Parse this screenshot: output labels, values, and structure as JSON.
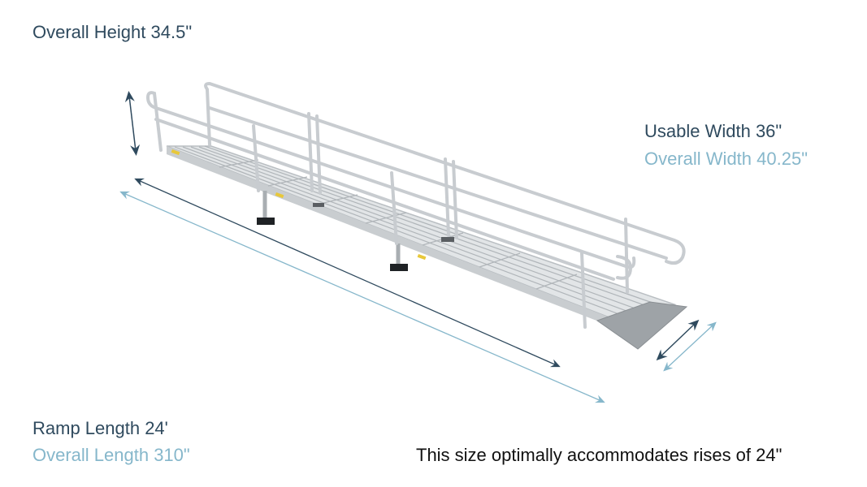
{
  "dimensions": {
    "overall_height": "Overall Height 34.5\"",
    "usable_width": "Usable Width 36\"",
    "overall_width": "Overall Width 40.25\"",
    "ramp_length": "Ramp Length 24'",
    "overall_length": "Overall Length 310\""
  },
  "note": "This size optimally accommodates rises of 24\"",
  "colors": {
    "dark_label": "#2f4a5e",
    "light_label": "#86b7cb",
    "note_text": "#111111",
    "aluminum": "#cfd3d6",
    "threshold_plate": "#9ea3a7"
  },
  "illustration": {
    "subject": "aluminum-modular-ramp-with-handrails",
    "arrows": [
      "height-arrow",
      "ramp-length-arrow",
      "overall-length-arrow",
      "usable-width-arrow",
      "overall-width-arrow"
    ]
  }
}
